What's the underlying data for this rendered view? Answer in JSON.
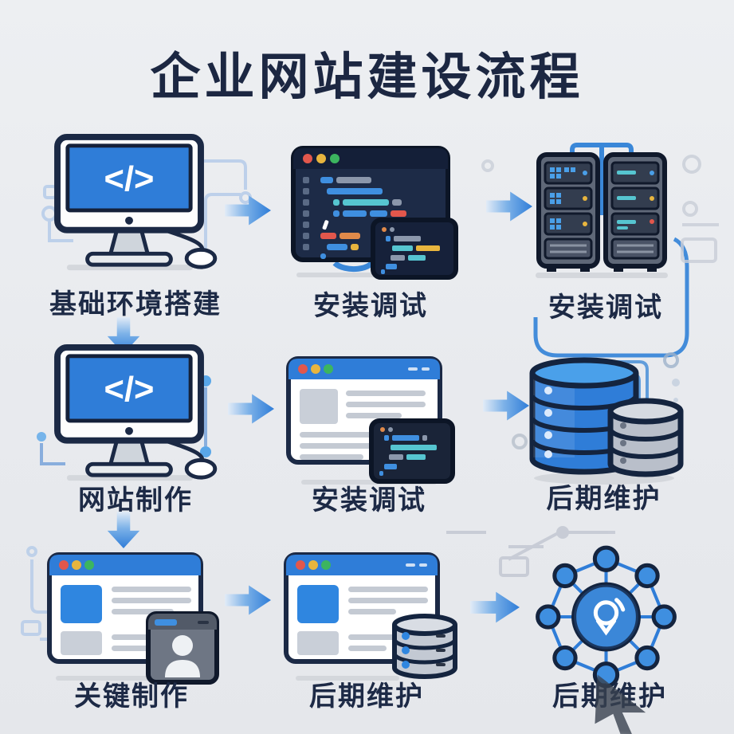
{
  "title": "企业网站建设流程",
  "glyphs": {
    "code": "</>"
  },
  "colors": {
    "accent_blue": "#2f7dd8",
    "screen_blue": "#2f7dd8",
    "navy": "#1c2742",
    "background": "#e8eaee",
    "window_dark": "#1d2b47",
    "gray_device": "#5f6878"
  },
  "steps": [
    {
      "id": "step-1",
      "label": "基础环境搭建",
      "icon": "desktop-code-icon"
    },
    {
      "id": "step-2",
      "label": "安装调试",
      "icon": "code-editor-icon"
    },
    {
      "id": "step-3",
      "label": "安装调试",
      "icon": "server-rack-icon"
    },
    {
      "id": "step-4",
      "label": "网站制作",
      "icon": "desktop-code-icon"
    },
    {
      "id": "step-5",
      "label": "安装调试",
      "icon": "browser-code-icon"
    },
    {
      "id": "step-6",
      "label": "后期维护",
      "icon": "database-icon"
    },
    {
      "id": "step-7",
      "label": "关键制作",
      "icon": "browser-user-icon"
    },
    {
      "id": "step-8",
      "label": "后期维护",
      "icon": "browser-database-icon"
    },
    {
      "id": "step-9",
      "label": "后期维护",
      "icon": "network-hub-icon"
    }
  ],
  "flow": {
    "horizontal_arrows": 6,
    "vertical_arrows": 2,
    "direction": "left-to-right, top-to-bottom"
  }
}
